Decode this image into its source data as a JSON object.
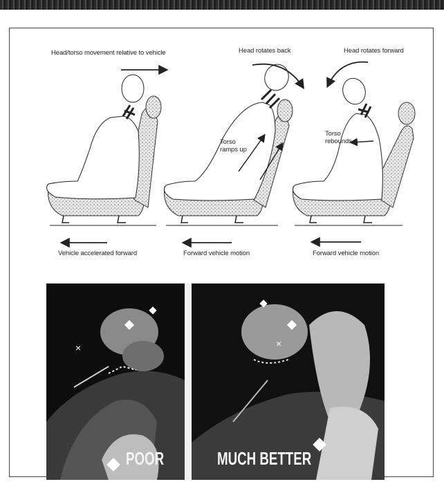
{
  "diagram": {
    "panel1": {
      "top_label": "Head/torso movement relative to vehicle",
      "bottom_label": "Vehicle accelerated forward"
    },
    "panel2": {
      "top_label": "Head rotates back",
      "torso_label": "Torso ramps up",
      "bottom_label": "Forward vehicle motion"
    },
    "panel3": {
      "top_label": "Head rotates forward",
      "torso_label": "Torso rebounds",
      "bottom_label": "Forward vehicle motion"
    }
  },
  "photos": {
    "left_caption": "POOR",
    "right_caption": "MUCH BETTER"
  }
}
